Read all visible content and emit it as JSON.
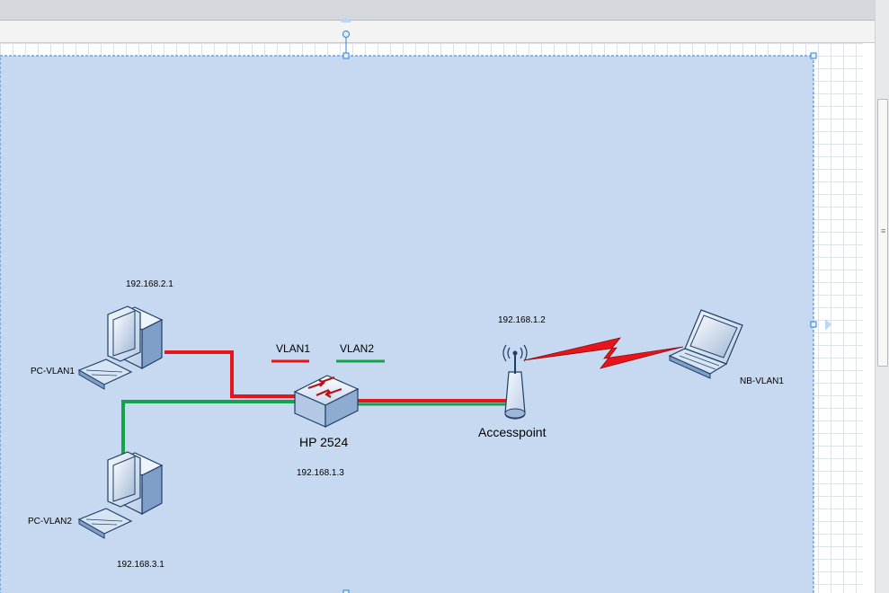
{
  "legend": {
    "vlan1_label": "VLAN1",
    "vlan2_label": "VLAN2"
  },
  "nodes": {
    "pc_vlan1": {
      "name": "PC-VLAN1",
      "ip": "192.168.2.1"
    },
    "pc_vlan2": {
      "name": "PC-VLAN2",
      "ip": "192.168.3.1"
    },
    "switch": {
      "name": "HP 2524",
      "ip": "192.168.1.3"
    },
    "accesspoint": {
      "name": "Accesspoint",
      "ip": "192.168.1.2"
    },
    "notebook": {
      "name": "NB-VLAN1"
    }
  },
  "colors": {
    "page_bg": "#c6d9f0",
    "vlan1": "#e8141c",
    "vlan2": "#15a34a",
    "selection": "#2f7fd0"
  }
}
